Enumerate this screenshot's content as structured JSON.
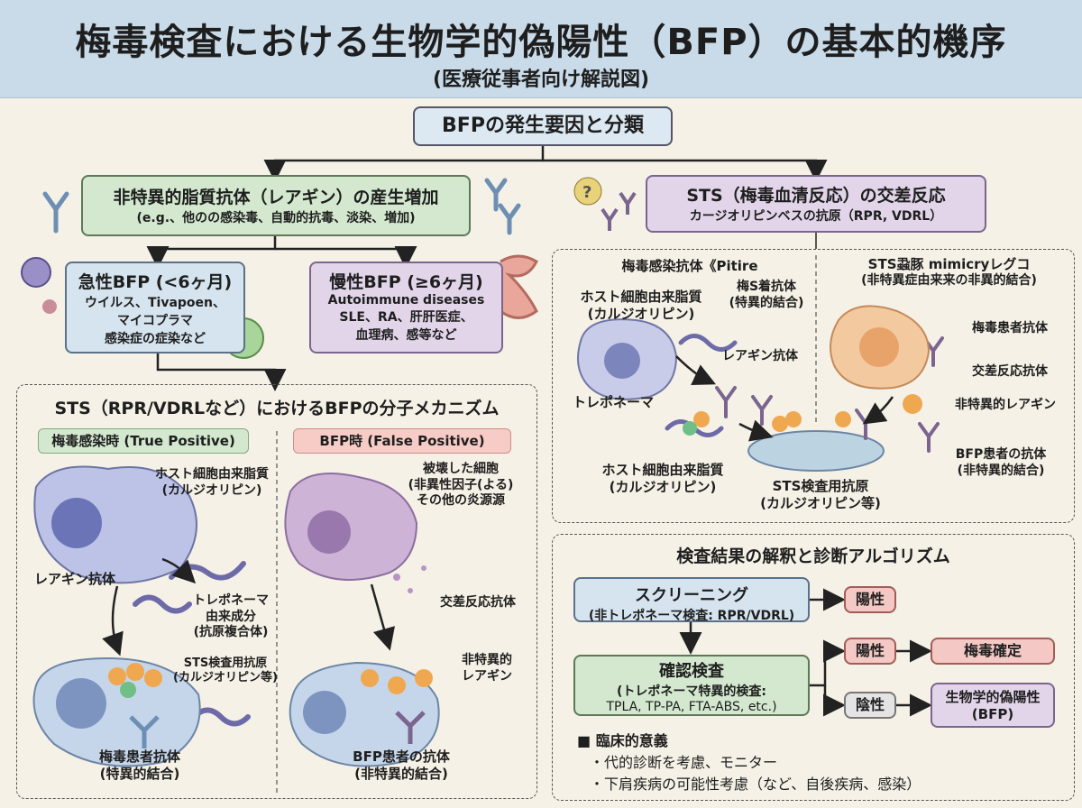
{
  "header": {
    "title": "梅毒検査における生物学的偽陽性（BFP）の基本的機序",
    "subtitle": "(医療従事者向け解説図)"
  },
  "top": {
    "main": "BFPの発生要因と分類"
  },
  "left": {
    "cause_title": "非特異的脂質抗体（レアギン）の産生増加",
    "cause_sub": "(e.g.、他のの感染毒、自動的抗毒、淡染、増加)",
    "acute_title": "急性BFP (<6ヶ月)",
    "acute_text": [
      "ウイルス、Tivapoen、",
      "マイコプラマ",
      "感染症の症染など"
    ],
    "chronic_title": "慢性BFP (≥6ヶ月)",
    "chronic_text": [
      "Autoimmune diseases",
      "SLE、RA、肝肝医症、",
      "血理病、感等など"
    ]
  },
  "right": {
    "cross_title": "STS（梅毒血清反応）の交差反応",
    "cross_sub": "カージオリピンベスの抗原（RPR, VDRL）",
    "sub_left_title": "梅毒感染抗体《Pitire",
    "sub_right_title": "STS蝨豚 mimicryレグコ",
    "sub_right_sub": "(非特異症由来来の非異的結合)",
    "labels": {
      "host1": [
        "ホスト細胞由来脂質",
        "(カルジオリピン)"
      ],
      "syph_ab": [
        "梅S着抗体",
        "(特異的結合)"
      ],
      "reagin": "レアギン抗体",
      "trep": "トレポネーマ",
      "host2": [
        "ホスト細胞由来脂質",
        "(カルジオリピン)"
      ],
      "sts_antigen": [
        "STS検査用抗原",
        "(カルジオリピン等)"
      ],
      "patient_ab": "梅毒患者抗体",
      "cross_ab": "交差反応抗体",
      "nonspec_reagin": "非特異的レアギン",
      "bfp_ab": [
        "BFP患者の抗体",
        "(非特異的結合)"
      ]
    }
  },
  "mech": {
    "title": "STS（RPR/VDRLなど）におけるBFPの分子メカニズム",
    "tp_tag": "梅毒感染時 (True Positive)",
    "fp_tag": "BFP時 (False Positive)",
    "labels": {
      "host": [
        "ホスト細胞由来脂質",
        "(カルジオリピン)"
      ],
      "reagin": "レアギン抗体",
      "trep": [
        "トレポネーマ",
        "由来成分",
        "(抗原複合体)"
      ],
      "sts": [
        "STS検査用抗原",
        "(カルジオリピン等)"
      ],
      "patient_ab": [
        "梅毒患者抗体",
        "(特異的結合)"
      ],
      "damaged": [
        "被壊した細胞",
        "(非異性因子(よる)",
        "その他の炎源源"
      ],
      "cross": "交差反応抗体",
      "nonspec": [
        "非特異的",
        "レアギン"
      ],
      "bfp_ab": [
        "BFP患者の抗体",
        "(非特異的結合)"
      ]
    }
  },
  "algo": {
    "title": "検査結果の解釈と診断アルゴリズム",
    "screen_title": "スクリーニング",
    "screen_sub": "(非トレポネーマ検査: RPR/VDRL)",
    "pos1": "陽性",
    "confirm_title": "確認検査",
    "confirm_sub1": "(トレポネーマ特異的検査:",
    "confirm_sub2": "TPLA, TP-PA, FTA-ABS, etc.)",
    "pos2": "陽性",
    "neg": "陰性",
    "syph": "梅毒確定",
    "bfp1": "生物学的偽陽性",
    "bfp2": "(BFP)",
    "clin_head": "■ 臨床的意義",
    "clin1": "・代的診断を考慮、モニター",
    "clin2": "・下肩疾病の可能性考慮（など、自後疾病、感染）"
  }
}
